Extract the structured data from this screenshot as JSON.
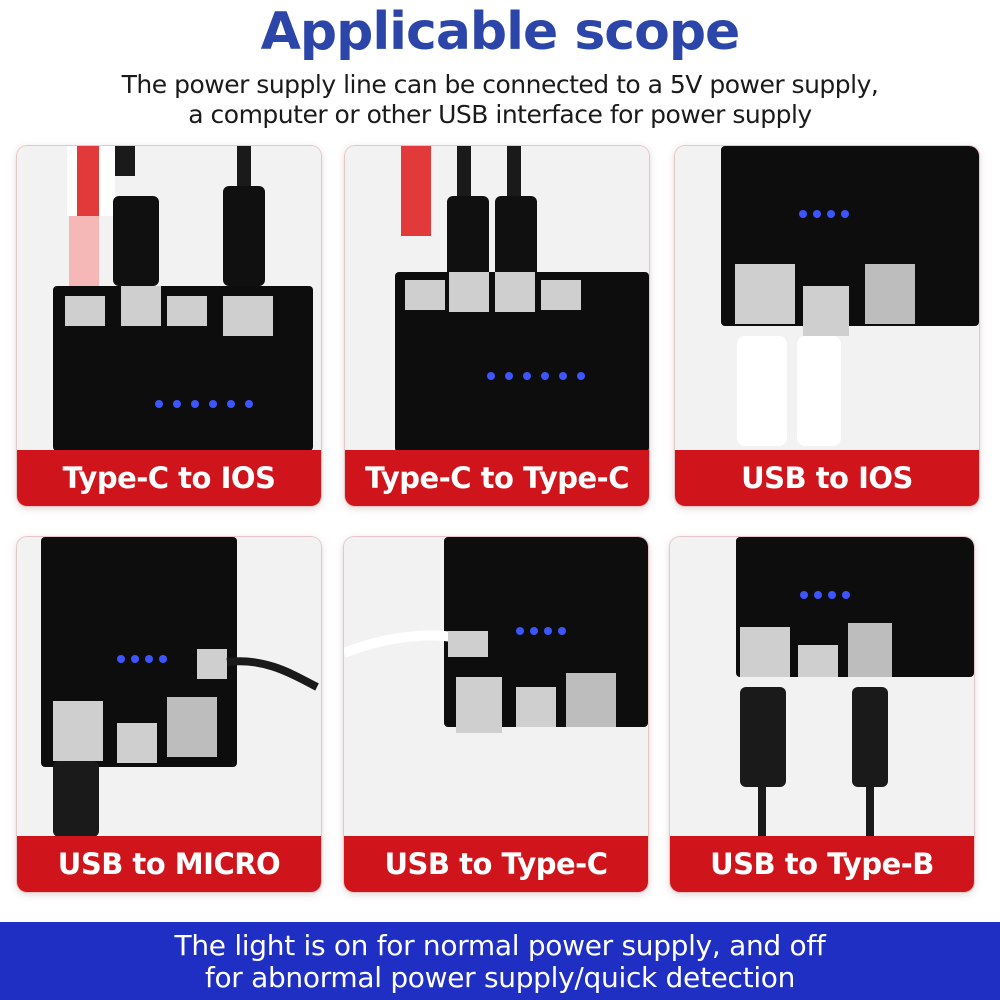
{
  "header": {
    "title": "Applicable scope",
    "subtitle_line1": "The power supply line can be connected to a 5V power supply,",
    "subtitle_line2": "a computer or other USB interface for power supply"
  },
  "cards": [
    {
      "label": "Type-C to IOS"
    },
    {
      "label": "Type-C to Type-C"
    },
    {
      "label": "USB to IOS"
    },
    {
      "label": "USB to MICRO"
    },
    {
      "label": "USB to Type-C"
    },
    {
      "label": "USB to Type-B"
    }
  ],
  "footer": {
    "line1": "The light is on for normal power supply, and off",
    "line2": "for abnormal power supply/quick detection"
  },
  "colors": {
    "title": "#2b45a8",
    "caption_bg": "#d0141c",
    "footer_bg": "#1f2fc4",
    "board": "#111111",
    "led": "#3d55ff"
  }
}
